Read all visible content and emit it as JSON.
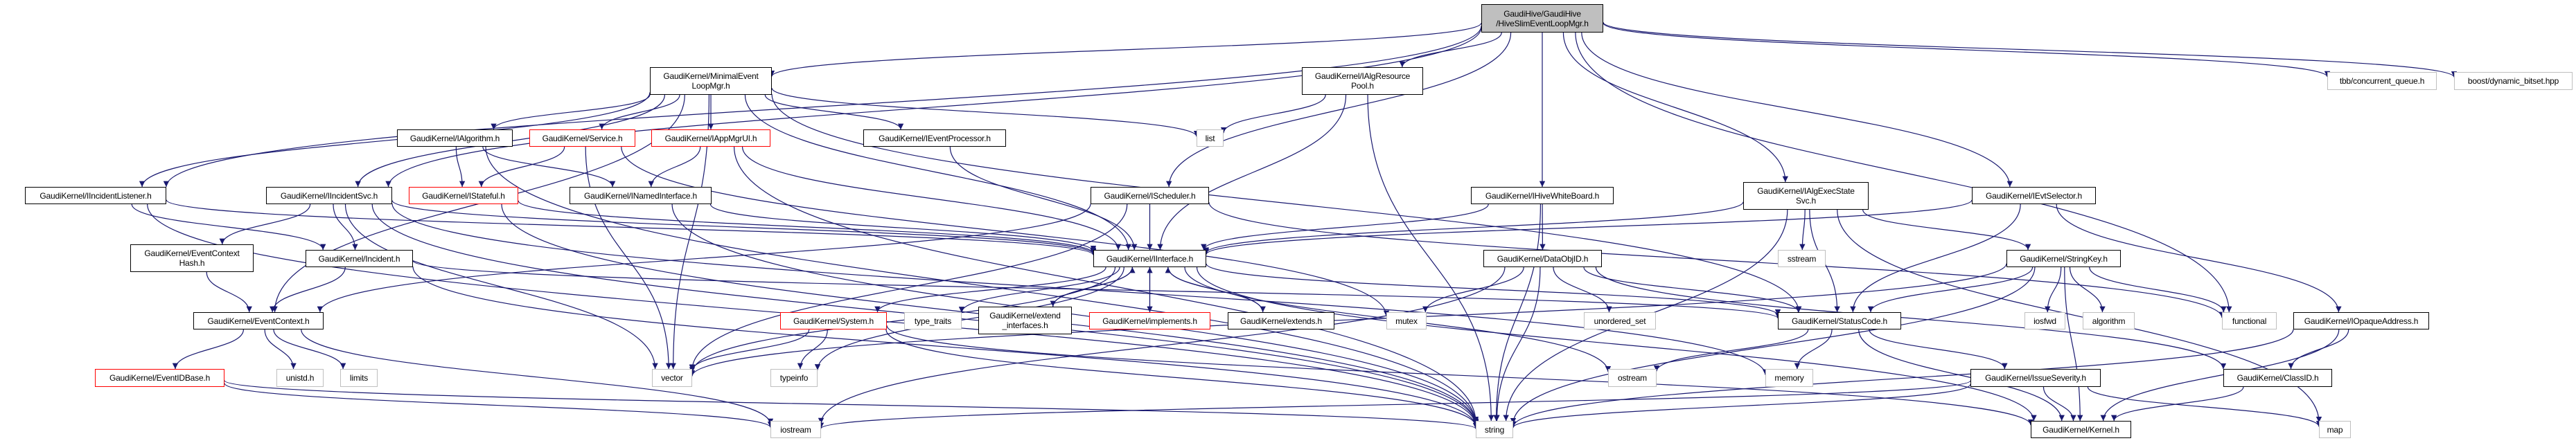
{
  "diagram": {
    "title": "GaudiHive/GaudiHive/HiveSlimEventLoopMgr.h",
    "colors": {
      "edge": "#191970",
      "node_border": "#000000",
      "node_border_incomplete": "#ff0000",
      "node_border_external": "#bfbfbf",
      "root_fill": "#bfbfbf"
    },
    "nodes": [
      {
        "id": "root",
        "label": "GaudiHive/GaudiHive\n/HiveSlimEventLoopMgr.h",
        "kind": "root"
      },
      {
        "id": "minimaleventloopmgr",
        "label": "GaudiKernel/MinimalEvent\nLoopMgr.h",
        "kind": "std"
      },
      {
        "id": "ialgresourcepool",
        "label": "GaudiKernel/IAlgResource\nPool.h",
        "kind": "std"
      },
      {
        "id": "tbb-concurrent-queue",
        "label": "tbb/concurrent_queue.h",
        "kind": "ext"
      },
      {
        "id": "boost-dynamic-bitset",
        "label": "boost/dynamic_bitset.hpp",
        "kind": "ext"
      },
      {
        "id": "ialgorithm",
        "label": "GaudiKernel/IAlgorithm.h",
        "kind": "std"
      },
      {
        "id": "service",
        "label": "GaudiKernel/Service.h",
        "kind": "red"
      },
      {
        "id": "iappmgrui",
        "label": "GaudiKernel/IAppMgrUI.h",
        "kind": "red"
      },
      {
        "id": "ieventprocessor",
        "label": "GaudiKernel/IEventProcessor.h",
        "kind": "std"
      },
      {
        "id": "list",
        "label": "list",
        "kind": "ext"
      },
      {
        "id": "iincidentlistener",
        "label": "GaudiKernel/IIncidentListener.h",
        "kind": "std"
      },
      {
        "id": "iincidentsvc",
        "label": "GaudiKernel/IIncidentSvc.h",
        "kind": "std"
      },
      {
        "id": "istateful",
        "label": "GaudiKernel/IStateful.h",
        "kind": "red"
      },
      {
        "id": "inamedinterface",
        "label": "GaudiKernel/INamedInterface.h",
        "kind": "std"
      },
      {
        "id": "ischeduler",
        "label": "GaudiKernel/IScheduler.h",
        "kind": "std"
      },
      {
        "id": "ihivewhiteboard",
        "label": "GaudiKernel/IHiveWhiteBoard.h",
        "kind": "std"
      },
      {
        "id": "ialgexecstatesvc",
        "label": "GaudiKernel/IAlgExecState\nSvc.h",
        "kind": "std"
      },
      {
        "id": "ievtselector",
        "label": "GaudiKernel/IEvtSelector.h",
        "kind": "std"
      },
      {
        "id": "eventcontexthash",
        "label": "GaudiKernel/EventContext\nHash.h",
        "kind": "std"
      },
      {
        "id": "incident",
        "label": "GaudiKernel/Incident.h",
        "kind": "std"
      },
      {
        "id": "iinterface",
        "label": "GaudiKernel/IInterface.h",
        "kind": "std"
      },
      {
        "id": "dataobjid",
        "label": "GaudiKernel/DataObjID.h",
        "kind": "std"
      },
      {
        "id": "sstream",
        "label": "sstream",
        "kind": "ext"
      },
      {
        "id": "stringkey",
        "label": "GaudiKernel/StringKey.h",
        "kind": "std"
      },
      {
        "id": "eventcontext",
        "label": "GaudiKernel/EventContext.h",
        "kind": "std"
      },
      {
        "id": "system",
        "label": "GaudiKernel/System.h",
        "kind": "red"
      },
      {
        "id": "type-traits",
        "label": "type_traits",
        "kind": "ext"
      },
      {
        "id": "extend-interfaces",
        "label": "GaudiKernel/extend\n_interfaces.h",
        "kind": "std"
      },
      {
        "id": "implements",
        "label": "GaudiKernel/implements.h",
        "kind": "red"
      },
      {
        "id": "extends",
        "label": "GaudiKernel/extends.h",
        "kind": "std"
      },
      {
        "id": "mutex",
        "label": "mutex",
        "kind": "ext"
      },
      {
        "id": "unordered-set",
        "label": "unordered_set",
        "kind": "ext"
      },
      {
        "id": "statuscode",
        "label": "GaudiKernel/StatusCode.h",
        "kind": "std"
      },
      {
        "id": "iosfwd",
        "label": "iosfwd",
        "kind": "ext"
      },
      {
        "id": "algorithm",
        "label": "algorithm",
        "kind": "ext"
      },
      {
        "id": "functional",
        "label": "functional",
        "kind": "ext"
      },
      {
        "id": "iopaqueaddress",
        "label": "GaudiKernel/IOpaqueAddress.h",
        "kind": "std"
      },
      {
        "id": "eventidbase",
        "label": "GaudiKernel/EventIDBase.h",
        "kind": "red"
      },
      {
        "id": "unistd",
        "label": "unistd.h",
        "kind": "ext"
      },
      {
        "id": "limits",
        "label": "limits",
        "kind": "ext"
      },
      {
        "id": "vector",
        "label": "vector",
        "kind": "ext"
      },
      {
        "id": "typeinfo",
        "label": "typeinfo",
        "kind": "ext"
      },
      {
        "id": "ostream",
        "label": "ostream",
        "kind": "ext"
      },
      {
        "id": "memory",
        "label": "memory",
        "kind": "ext"
      },
      {
        "id": "issueseverity",
        "label": "GaudiKernel/IssueSeverity.h",
        "kind": "std"
      },
      {
        "id": "classid",
        "label": "GaudiKernel/ClassID.h",
        "kind": "std"
      },
      {
        "id": "iostream",
        "label": "iostream",
        "kind": "ext"
      },
      {
        "id": "string",
        "label": "string",
        "kind": "ext"
      },
      {
        "id": "kernel",
        "label": "GaudiKernel/Kernel.h",
        "kind": "std"
      },
      {
        "id": "map",
        "label": "map",
        "kind": "ext"
      }
    ],
    "edges": [
      [
        "root",
        "minimaleventloopmgr"
      ],
      [
        "root",
        "ialgresourcepool"
      ],
      [
        "root",
        "tbb-concurrent-queue"
      ],
      [
        "root",
        "boost-dynamic-bitset"
      ],
      [
        "root",
        "iincidentlistener"
      ],
      [
        "root",
        "iincidentsvc"
      ],
      [
        "root",
        "ischeduler"
      ],
      [
        "root",
        "ihivewhiteboard"
      ],
      [
        "root",
        "ialgexecstatesvc"
      ],
      [
        "root",
        "ievtselector"
      ],
      [
        "root",
        "functional"
      ],
      [
        "minimaleventloopmgr",
        "ialgorithm"
      ],
      [
        "minimaleventloopmgr",
        "service"
      ],
      [
        "minimaleventloopmgr",
        "iappmgrui"
      ],
      [
        "minimaleventloopmgr",
        "ieventprocessor"
      ],
      [
        "minimaleventloopmgr",
        "list"
      ],
      [
        "minimaleventloopmgr",
        "iincidentlistener"
      ],
      [
        "minimaleventloopmgr",
        "iincidentsvc"
      ],
      [
        "minimaleventloopmgr",
        "eventcontext"
      ],
      [
        "minimaleventloopmgr",
        "vector"
      ],
      [
        "minimaleventloopmgr",
        "statuscode"
      ],
      [
        "minimaleventloopmgr",
        "iinterface"
      ],
      [
        "ialgresourcepool",
        "list"
      ],
      [
        "ialgresourcepool",
        "iinterface"
      ],
      [
        "ialgresourcepool",
        "string"
      ],
      [
        "ialgorithm",
        "istateful"
      ],
      [
        "ialgorithm",
        "inamedinterface"
      ],
      [
        "ialgorithm",
        "string"
      ],
      [
        "service",
        "istateful"
      ],
      [
        "service",
        "vector"
      ],
      [
        "service",
        "mutex"
      ],
      [
        "iappmgrui",
        "inamedinterface"
      ],
      [
        "iappmgrui",
        "string"
      ],
      [
        "iappmgrui",
        "iinterface"
      ],
      [
        "ieventprocessor",
        "iinterface"
      ],
      [
        "iincidentlistener",
        "iinterface"
      ],
      [
        "iincidentlistener",
        "incident"
      ],
      [
        "iincidentlistener",
        "string"
      ],
      [
        "iincidentsvc",
        "eventcontexthash"
      ],
      [
        "iincidentsvc",
        "incident"
      ],
      [
        "iincidentsvc",
        "iinterface"
      ],
      [
        "iincidentsvc",
        "vector"
      ],
      [
        "iincidentsvc",
        "string"
      ],
      [
        "iincidentsvc",
        "memory"
      ],
      [
        "istateful",
        "iinterface"
      ],
      [
        "istateful",
        "string"
      ],
      [
        "inamedinterface",
        "iinterface"
      ],
      [
        "inamedinterface",
        "string"
      ],
      [
        "ischeduler",
        "iinterface"
      ],
      [
        "ischeduler",
        "eventcontext"
      ],
      [
        "ischeduler",
        "functional"
      ],
      [
        "ischeduler",
        "vector"
      ],
      [
        "ihivewhiteboard",
        "iinterface"
      ],
      [
        "ihivewhiteboard",
        "dataobjid"
      ],
      [
        "ihivewhiteboard",
        "string"
      ],
      [
        "ialgexecstatesvc",
        "iinterface"
      ],
      [
        "ialgexecstatesvc",
        "sstream"
      ],
      [
        "ialgexecstatesvc",
        "stringkey"
      ],
      [
        "ialgexecstatesvc",
        "statuscode"
      ],
      [
        "ialgexecstatesvc",
        "string"
      ],
      [
        "ialgexecstatesvc",
        "map"
      ],
      [
        "ievtselector",
        "iinterface"
      ],
      [
        "ievtselector",
        "statuscode"
      ],
      [
        "ievtselector",
        "iopaqueaddress"
      ],
      [
        "eventcontexthash",
        "eventcontext"
      ],
      [
        "incident",
        "eventcontext"
      ],
      [
        "incident",
        "string"
      ],
      [
        "incident",
        "statuscode"
      ],
      [
        "iinterface",
        "system"
      ],
      [
        "iinterface",
        "type-traits"
      ],
      [
        "iinterface",
        "extend-interfaces"
      ],
      [
        "iinterface",
        "implements"
      ],
      [
        "iinterface",
        "extends"
      ],
      [
        "iinterface",
        "statuscode"
      ],
      [
        "iinterface",
        "typeinfo"
      ],
      [
        "iinterface",
        "ostream"
      ],
      [
        "iinterface",
        "kernel"
      ],
      [
        "iinterface",
        "vector"
      ],
      [
        "extend-interfaces",
        "iinterface"
      ],
      [
        "implements",
        "iinterface"
      ],
      [
        "extends",
        "iinterface"
      ],
      [
        "system",
        "typeinfo"
      ],
      [
        "system",
        "vector"
      ],
      [
        "system",
        "string"
      ],
      [
        "system",
        "kernel"
      ],
      [
        "dataobjid",
        "mutex"
      ],
      [
        "dataobjid",
        "unordered-set"
      ],
      [
        "dataobjid",
        "string"
      ],
      [
        "dataobjid",
        "statuscode"
      ],
      [
        "dataobjid",
        "classid"
      ],
      [
        "dataobjid",
        "iostream"
      ],
      [
        "stringkey",
        "statuscode"
      ],
      [
        "stringkey",
        "iosfwd"
      ],
      [
        "stringkey",
        "algorithm"
      ],
      [
        "stringkey",
        "functional"
      ],
      [
        "stringkey",
        "kernel"
      ],
      [
        "stringkey",
        "string"
      ],
      [
        "stringkey",
        "vector"
      ],
      [
        "eventcontext",
        "eventidbase"
      ],
      [
        "eventcontext",
        "unistd"
      ],
      [
        "eventcontext",
        "limits"
      ],
      [
        "eventcontext",
        "iostream"
      ],
      [
        "eventidbase",
        "iostream"
      ],
      [
        "eventidbase",
        "string"
      ],
      [
        "statuscode",
        "ostream"
      ],
      [
        "statuscode",
        "memory"
      ],
      [
        "statuscode",
        "issueseverity"
      ],
      [
        "statuscode",
        "kernel"
      ],
      [
        "issueseverity",
        "kernel"
      ],
      [
        "issueseverity",
        "map"
      ],
      [
        "issueseverity",
        "string"
      ],
      [
        "issueseverity",
        "iostream"
      ],
      [
        "iopaqueaddress",
        "classid"
      ],
      [
        "iopaqueaddress",
        "kernel"
      ],
      [
        "iopaqueaddress",
        "string"
      ],
      [
        "classid",
        "kernel"
      ]
    ]
  }
}
